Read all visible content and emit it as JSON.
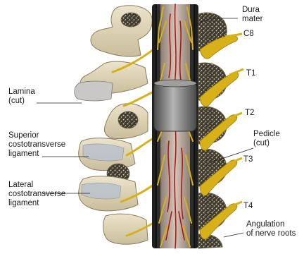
{
  "labels": {
    "dura_mater": "Dura\nmater",
    "c8": "C8",
    "t1": "T1",
    "t2": "T2",
    "t3": "T3",
    "t4": "T4",
    "lamina": "Lamina\n(cut)",
    "superior": "Superior\ncostotransverse\nligament",
    "lateral": "Lateral\ncostotransverse\nligament",
    "pedicle": "Pedicle\n(cut)",
    "angulation": "Angulation\nof nerve roots"
  },
  "colors": {
    "bone": "#ddd3b6",
    "bone_cortex": "#8a7c5c",
    "cancellous": "#4a4438",
    "dura": "#2a2a2a",
    "cord": "#b8a89a",
    "vessel": "#b01818",
    "nerve": "#d8b11a",
    "clamp": "#8c8c8c",
    "ligament": "#b9c2cc"
  }
}
